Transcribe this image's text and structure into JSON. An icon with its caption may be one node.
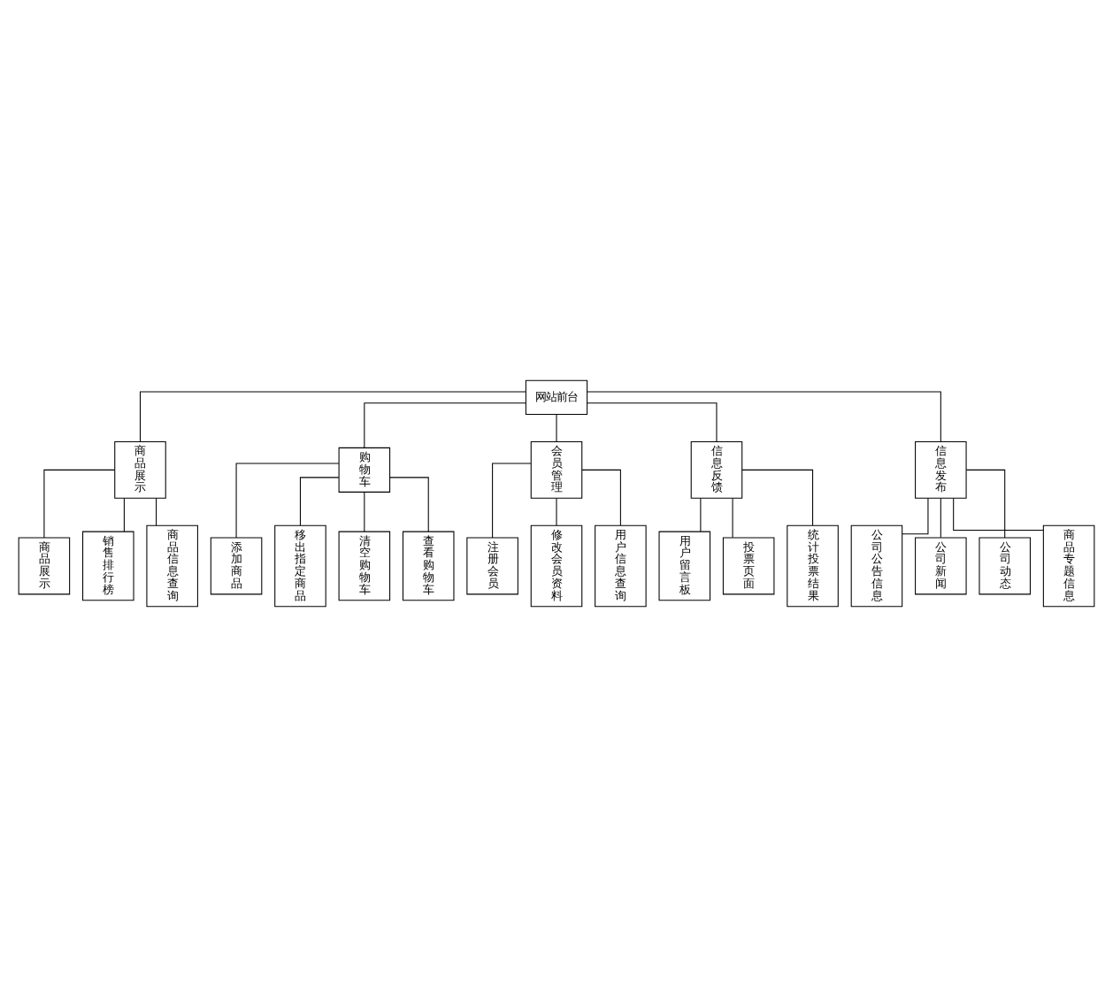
{
  "diagram": {
    "nodes": [
      {
        "text": [
          "网站前台"
        ]
      },
      {
        "text": [
          "商品展示"
        ]
      },
      {
        "text": [
          "购物车"
        ]
      },
      {
        "text": [
          "会员管理"
        ]
      },
      {
        "text": [
          "信息反馈"
        ]
      },
      {
        "text": [
          "信息发布"
        ]
      },
      {
        "text": [
          "商品展示"
        ]
      },
      {
        "text": [
          "销售排行榜"
        ]
      },
      {
        "text": [
          "商品信息查询"
        ]
      },
      {
        "text": [
          "注册会员"
        ]
      },
      {
        "text": [
          "修改会员资料"
        ]
      },
      {
        "text": [
          "用户信息查询"
        ]
      },
      {
        "text": [
          "用户留言板"
        ]
      },
      {
        "text": [
          "投票页面"
        ]
      },
      {
        "text": [
          "统计投票结果"
        ]
      },
      {
        "text": [
          "添加商品"
        ]
      },
      {
        "text": [
          "移出指定商品"
        ]
      },
      {
        "text": [
          "清空购物车"
        ]
      },
      {
        "text": [
          "查看购物车"
        ]
      },
      {
        "text": [
          "公司公告信息"
        ]
      },
      {
        "text": [
          "公司新闻"
        ]
      },
      {
        "text": [
          "公司动态"
        ]
      },
      {
        "text": [
          "商品专题信息"
        ]
      }
    ],
    "edges": [
      {
        "from": 0,
        "to": 1,
        "arrow": "none"
      },
      {
        "from": 0,
        "to": 2,
        "arrow": "none"
      },
      {
        "from": 0,
        "to": 3,
        "arrow": "none"
      },
      {
        "from": 0,
        "to": 4,
        "arrow": "none"
      },
      {
        "from": 0,
        "to": 5,
        "arrow": "none"
      },
      {
        "from": 1,
        "to": 6,
        "arrow": "none"
      },
      {
        "from": 1,
        "to": 7,
        "arrow": "none"
      },
      {
        "from": 1,
        "to": 8,
        "arrow": "none"
      },
      {
        "from": 3,
        "to": 9,
        "arrow": "none"
      },
      {
        "from": 3,
        "to": 10,
        "arrow": "none"
      },
      {
        "from": 3,
        "to": 11,
        "arrow": "none"
      },
      {
        "from": 4,
        "to": 12,
        "arrow": "none"
      },
      {
        "from": 4,
        "to": 13,
        "arrow": "none"
      },
      {
        "from": 4,
        "to": 14,
        "arrow": "none"
      },
      {
        "from": 2,
        "to": 15,
        "arrow": "none"
      },
      {
        "from": 2,
        "to": 16,
        "arrow": "none"
      },
      {
        "from": 2,
        "to": 17,
        "arrow": "none"
      },
      {
        "from": 2,
        "to": 18,
        "arrow": "none"
      },
      {
        "from": 5,
        "to": 19,
        "arrow": "none"
      },
      {
        "from": 5,
        "to": 20,
        "arrow": "none"
      },
      {
        "from": 5,
        "to": 21,
        "arrow": "none"
      },
      {
        "from": 5,
        "to": 22,
        "arrow": "none"
      }
    ]
  }
}
